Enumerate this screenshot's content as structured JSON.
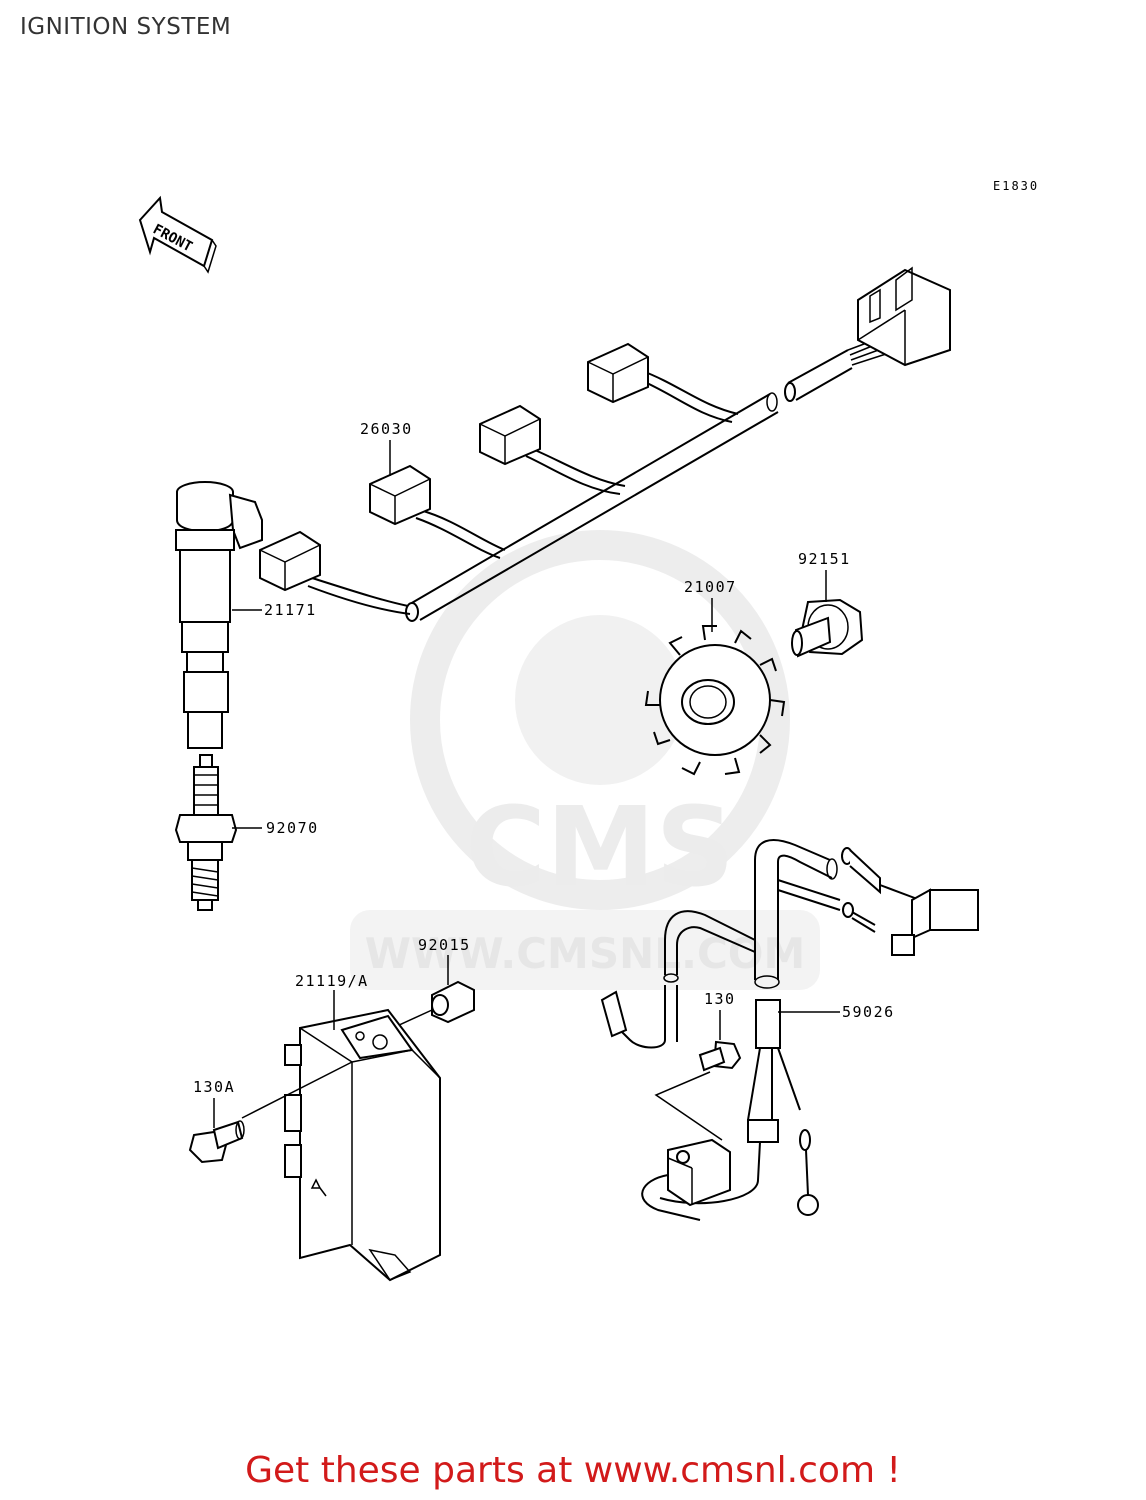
{
  "title": "IGNITION SYSTEM",
  "diagram_code": "E1830",
  "front_label": "FRONT",
  "watermark": {
    "brand": "CMS",
    "url": "WWW.CMSNL.COM"
  },
  "part_labels": {
    "p26030": "26030",
    "p21171": "21171",
    "p92070": "92070",
    "p21007": "21007",
    "p92151": "92151",
    "p92015": "92015",
    "p21119A": "21119/A",
    "p130A": "130A",
    "p130": "130",
    "p59026": "59026"
  },
  "footer": "Get these parts at www.cmsnl.com !"
}
